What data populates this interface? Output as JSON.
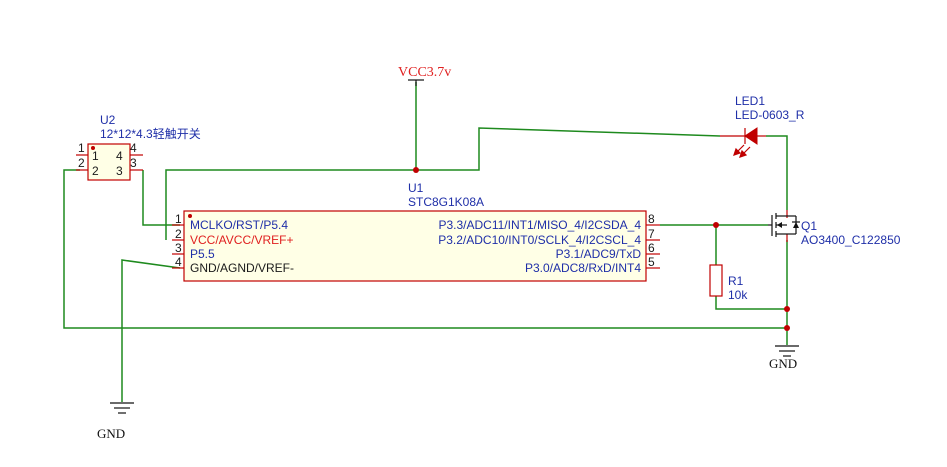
{
  "u2": {
    "designator": "U2",
    "value": "12*12*4.3轻触开关",
    "pin_left_outer": [
      "1",
      "2"
    ],
    "pin_left_inner": [
      "1",
      "2"
    ],
    "pin_right_inner": [
      "4",
      "3"
    ],
    "pin_right_outer": [
      "4",
      "3"
    ]
  },
  "u1": {
    "designator": "U1",
    "value": "STC8G1K08A",
    "left_pins": [
      {
        "num": "1",
        "name": "MCLKO/RST/P5.4"
      },
      {
        "num": "2",
        "name": "VCC/AVCC/VREF+"
      },
      {
        "num": "3",
        "name": "P5.5"
      },
      {
        "num": "4",
        "name": "GND/AGND/VREF-"
      }
    ],
    "right_pins": [
      {
        "num": "8",
        "name": "P3.3/ADC11/INT1/MISO_4/I2CSDA_4"
      },
      {
        "num": "7",
        "name": "P3.2/ADC10/INT0/SCLK_4/I2CSCL_4"
      },
      {
        "num": "6",
        "name": "P3.1/ADC9/TxD"
      },
      {
        "num": "5",
        "name": "P3.0/ADC8/RxD/INT4"
      }
    ]
  },
  "vcc": {
    "label": "VCC3.7v"
  },
  "led1": {
    "designator": "LED1",
    "value": "LED-0603_R"
  },
  "q1": {
    "designator": "Q1",
    "value": "AO3400_C122850"
  },
  "r1": {
    "designator": "R1",
    "value": "10k"
  },
  "gnd_left": {
    "label": "GND"
  },
  "gnd_right": {
    "label": "GND"
  },
  "colors": {
    "wire": "#1e8a1e",
    "component": "#c00000",
    "pin_name": "#1f2fa8",
    "power_name": "#e02020",
    "body_fill": "#ffffe6"
  }
}
